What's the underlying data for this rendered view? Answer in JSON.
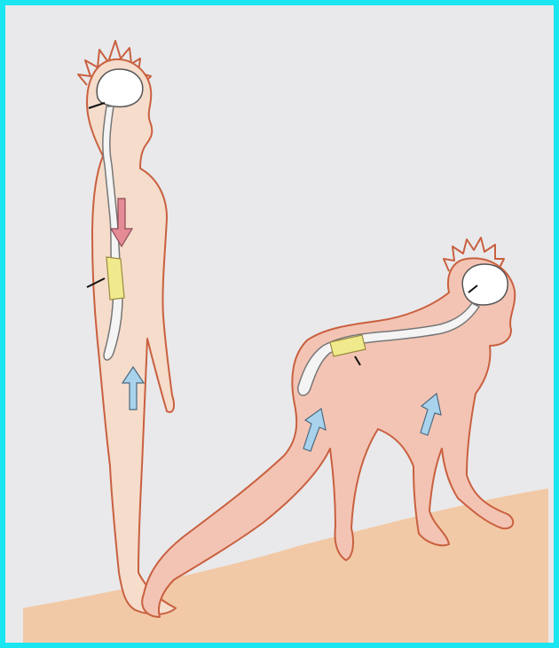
{
  "figure": {
    "frame_color": "#19e6f0",
    "background_color": "#e9e9eb",
    "ground_color": "#f2c9a6",
    "body_standing_color": "#f5dccb",
    "body_crouching_color": "#f3c4b4",
    "outline_color": "#c9603f",
    "spine_color": "#f4f4f4",
    "disc_color": "#f1ea8c",
    "arrow_down_color": "#e58b96",
    "arrow_up_color": "#a9d3ec",
    "pointer_color": "#111111",
    "figures": [
      {
        "name": "standing-figure",
        "icons": [
          "brain-icon",
          "spine-icon",
          "disc-highlight",
          "arrow-down-icon",
          "arrow-up-icon"
        ]
      },
      {
        "name": "crouching-figure",
        "icons": [
          "brain-icon",
          "spine-icon",
          "disc-highlight",
          "arrow-up-icon",
          "arrow-up-icon"
        ]
      }
    ]
  }
}
